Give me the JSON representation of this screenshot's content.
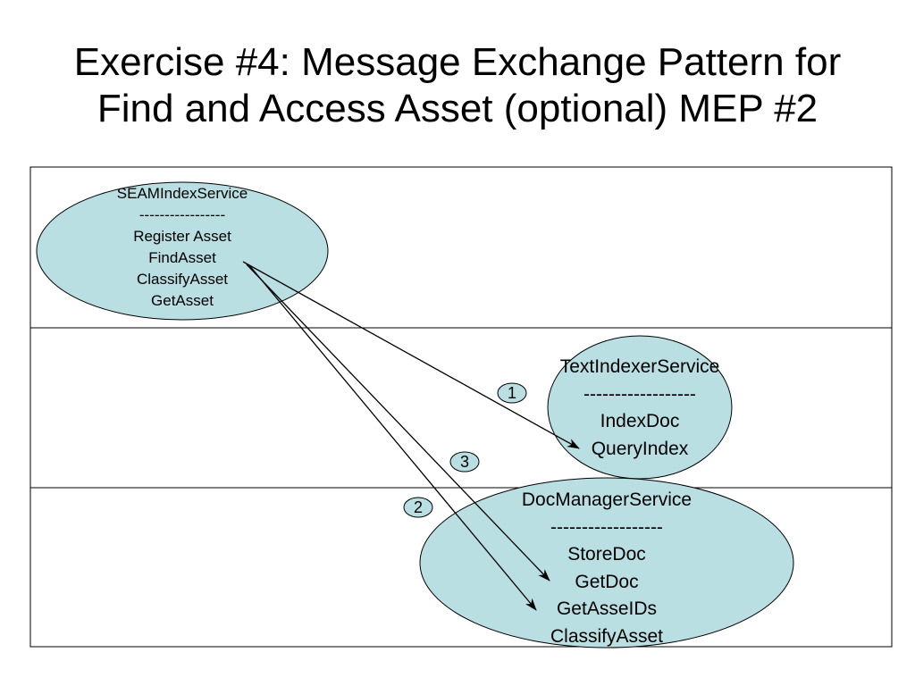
{
  "title": {
    "line1": "Exercise #4: Message Exchange Pattern for",
    "line2": "Find and Access Asset (optional) MEP #2"
  },
  "colors": {
    "service_fill": "#b9dfe3",
    "outline": "#000000"
  },
  "services": {
    "seam_index": {
      "name": "SEAMIndexService",
      "divider": "-----------------",
      "operations": [
        "Register Asset",
        "FindAsset",
        "ClassifyAsset",
        "GetAsset"
      ]
    },
    "text_indexer": {
      "name": "TextIndexerService",
      "divider": "------------------",
      "operations": [
        "IndexDoc",
        "QueryIndex"
      ]
    },
    "doc_manager": {
      "name": "DocManagerService",
      "divider": "------------------",
      "operations": [
        "StoreDoc",
        "GetDoc",
        "GetAsseIDs",
        "ClassifyAsset"
      ]
    }
  },
  "steps": [
    "1",
    "2",
    "3"
  ]
}
